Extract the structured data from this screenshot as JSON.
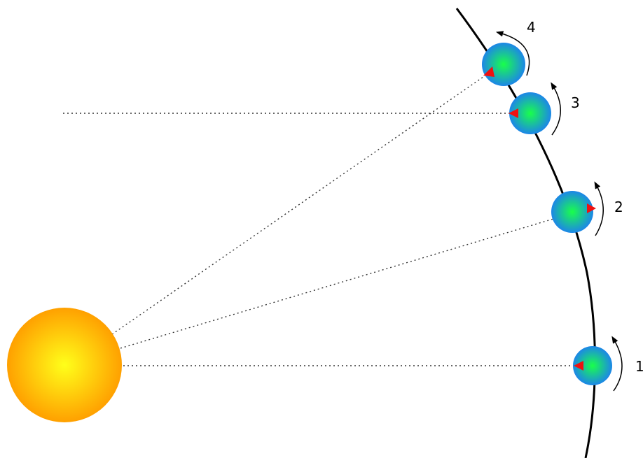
{
  "colors": {
    "sun_center": "#ffff1a",
    "sun_edge": "#ffa000",
    "planet_center": "#19ff4a",
    "planet_edge": "#1c86e8",
    "marker": "#ee1111",
    "orbit": "#000000",
    "sight_line": "#333333"
  },
  "positions": [
    {
      "label": "1"
    },
    {
      "label": "2"
    },
    {
      "label": "3"
    },
    {
      "label": "4"
    }
  ]
}
